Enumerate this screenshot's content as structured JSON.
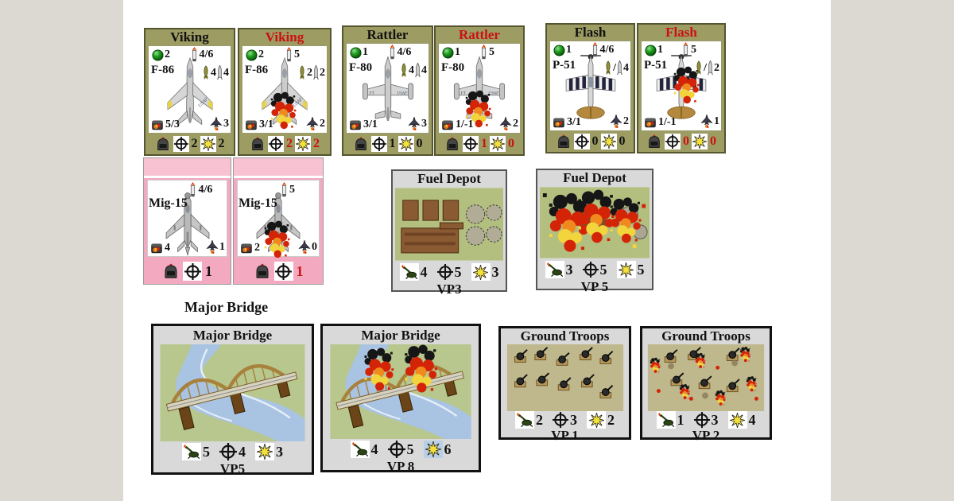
{
  "page": {
    "section_label": "Major Bridge"
  },
  "colors": {
    "olive_frame": "#9c9c63",
    "damaged_text": "#cc1111",
    "mig_pink": "#f3a9bf",
    "card_gray": "#d9d9d9",
    "page_side_gray": "#dcd9d2",
    "depot_ground": "#b3bf7f",
    "troops_ground": "#bfb88d",
    "river_blue": "#a9c3e2",
    "land_green": "#b8c78d"
  },
  "icons": {
    "orb": "green-orb-icon",
    "climb": "rocket-climb-icon",
    "bomb": "bomb-icon",
    "rocket": "rocket-icon",
    "cannon": "cannon-icon",
    "dogfight": "enemy-fighter-icon",
    "pilot": "pilot-helmet-icon",
    "nav": "crosshair-icon",
    "hits": "explosion-icon",
    "flak": "flak-gun-icon"
  },
  "aircraft": [
    {
      "title": "Viking",
      "plane": "F-86",
      "orb": "2",
      "climb": "4/6",
      "bomb": "4",
      "rocket": "4",
      "guns": "5/3",
      "dogfight": "3",
      "nav": "2",
      "hits": "2"
    },
    {
      "title": "Viking",
      "plane": "F-86",
      "orb": "2",
      "climb": "5",
      "bomb": "2",
      "rocket": "2",
      "guns": "3/1",
      "dogfight": "2",
      "nav": "2",
      "hits": "2"
    },
    {
      "title": "Rattler",
      "plane": "F-80",
      "orb": "1",
      "climb": "4/6",
      "bomb": "4",
      "rocket": "4",
      "guns": "3/1",
      "dogfight": "3",
      "nav": "1",
      "hits": "0"
    },
    {
      "title": "Rattler",
      "plane": "F-80",
      "orb": "1",
      "climb": "5",
      "guns": "1/-1",
      "dogfight": "2",
      "nav": "1",
      "hits": "0"
    },
    {
      "title": "Flash",
      "plane": "P-51",
      "orb": "1",
      "climb": "4/6",
      "sep": "/",
      "bombrocket": "4",
      "guns": "3/1",
      "dogfight": "2",
      "nav": "0",
      "hits": "0"
    },
    {
      "title": "Flash",
      "plane": "P-51",
      "orb": "1",
      "climb": "5",
      "sep": "/",
      "bombrocket": "2",
      "guns": "1/-1",
      "dogfight": "1",
      "nav": "0",
      "hits": "0"
    }
  ],
  "migs": [
    {
      "plane": "Mig-15",
      "climb": "4/6",
      "guns": "4",
      "dogfight": "1",
      "nav": "1"
    },
    {
      "plane": "Mig-15",
      "climb": "5",
      "guns": "2",
      "dogfight": "0",
      "nav": "1"
    }
  ],
  "targets": [
    {
      "title": "Fuel Depot",
      "flak": "4",
      "nav": "5",
      "hits": "3",
      "vp": "VP3"
    },
    {
      "title": "Fuel Depot",
      "flak": "3",
      "nav": "5",
      "hits": "5",
      "vp": "VP 5"
    },
    {
      "title": "Major Bridge",
      "flak": "5",
      "nav": "4",
      "hits": "3",
      "vp": "VP5"
    },
    {
      "title": "Major Bridge",
      "flak": "4",
      "nav": "5",
      "hits": "6",
      "vp": "VP 8"
    },
    {
      "title": "Ground Troops",
      "flak": "2",
      "nav": "3",
      "hits": "2",
      "vp": "VP 1"
    },
    {
      "title": "Ground Troops",
      "flak": "1",
      "nav": "3",
      "hits": "4",
      "vp": "VP 2"
    }
  ]
}
